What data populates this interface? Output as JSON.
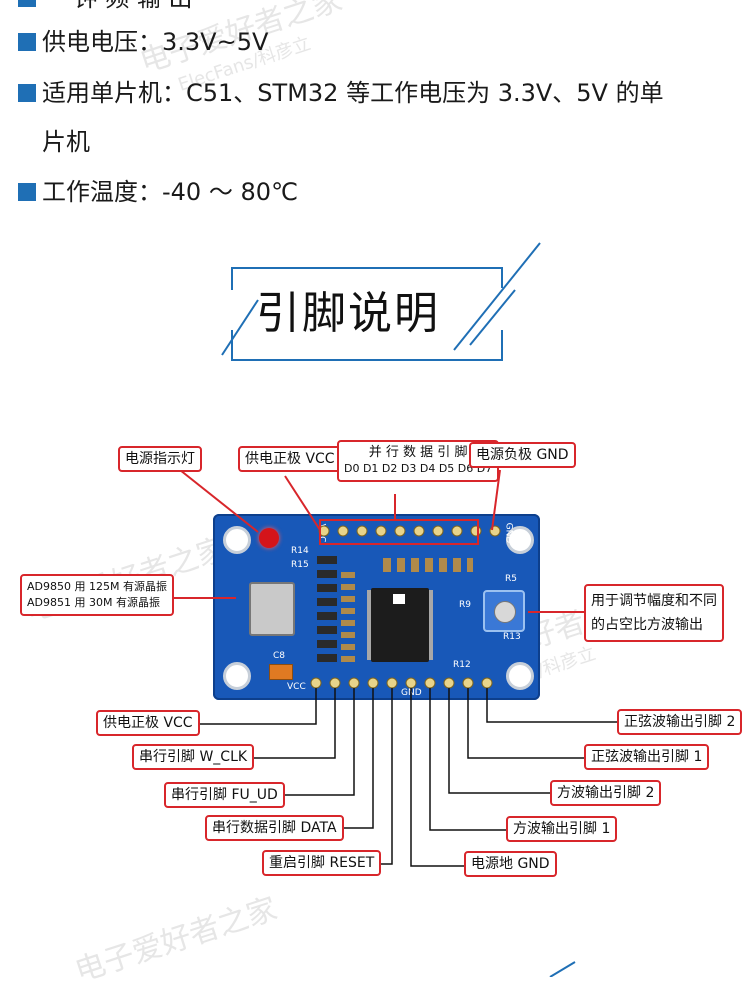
{
  "top_partial": "一 钟  频  输  出",
  "specs": [
    {
      "label": "供电电压：",
      "value": "3.3V~5V"
    },
    {
      "label": "适用单片机：",
      "value": "C51、STM32 等工作电压为 3.3V、5V 的单"
    },
    {
      "label": "工作温度：",
      "value": "-40 ～ 80℃"
    }
  ],
  "spec_continuation": "片机",
  "section_title": "引脚说明",
  "callouts": {
    "power_led": "电源指示灯",
    "vcc_top": "供电正极 VCC",
    "parallel_title": "并 行 数 据 引 脚",
    "parallel_pins": "D0 D1 D2 D3 D4 D5 D6 D7",
    "gnd_top": "电源负极 GND",
    "crystal_1": "AD9850 用 125M 有源晶振",
    "crystal_2": "AD9851 用 30M 有源晶振",
    "pot_1": "用于调节幅度和不同",
    "pot_2": "的占空比方波输出",
    "vcc_bottom": "供电正极 VCC",
    "w_clk": "串行引脚 W_CLK",
    "fu_ud": "串行引脚 FU_UD",
    "data": "串行数据引脚 DATA",
    "reset": "重启引脚 RESET",
    "gnd_bottom": "电源地 GND",
    "square_1": "方波输出引脚 1",
    "square_2": "方波输出引脚 2",
    "sine_1": "正弦波输出引脚 1",
    "sine_2": "正弦波输出引脚 2"
  },
  "board_silk": {
    "vcc": "VCC",
    "gnd": "GND",
    "vcc_bottom": "VCC",
    "gnd_bottom": "GND",
    "r14": "R14",
    "r15": "R15",
    "c8": "C8",
    "r5": "R5",
    "r9": "R9",
    "r12": "R12",
    "r13": "R13"
  },
  "watermark_1": "电子爱好者之家",
  "watermark_2": "ElecFans/科彦立",
  "colors": {
    "accent": "#1f6fb5",
    "callout_border": "#d8262b",
    "board": "#1858b8",
    "pin_gold": "#c8a24a"
  }
}
